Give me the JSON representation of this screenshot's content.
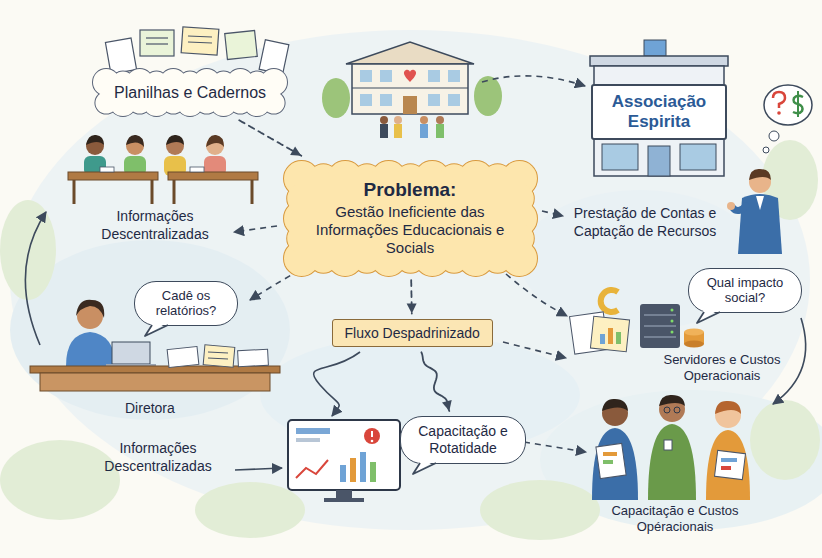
{
  "diagram": {
    "nodes": [
      {
        "text": [
          "Planilhas e Cadernos"
        ]
      },
      {
        "text": [
          "Associação Espirita"
        ]
      },
      {
        "text": [
          "Problema:",
          "Gestão Ineficiente das Informações Educacionais e Socials"
        ]
      },
      {
        "text": [
          "Cadê os relatórios?"
        ]
      },
      {
        "text": [
          "Fluxo Despadrinizado"
        ]
      },
      {
        "text": [
          "Qual impacto social?"
        ]
      },
      {
        "text": [
          "Capacitação e Rotatidade"
        ]
      }
    ],
    "edges": [
      {
        "from": 0,
        "to": 2,
        "arrow": "to"
      },
      {
        "from": 2,
        "to": 4,
        "arrow": "to"
      },
      {
        "from": 4,
        "to": 6,
        "arrow": "to"
      }
    ],
    "labels": [
      "Informações Descentralizadas",
      "Prestação de Contas e Captação de Recursos",
      "Servidores e Custos Operacionais",
      "Diretora",
      "Informações Descentralizadas",
      "Capacitação e Custos Opéracionais"
    ]
  }
}
